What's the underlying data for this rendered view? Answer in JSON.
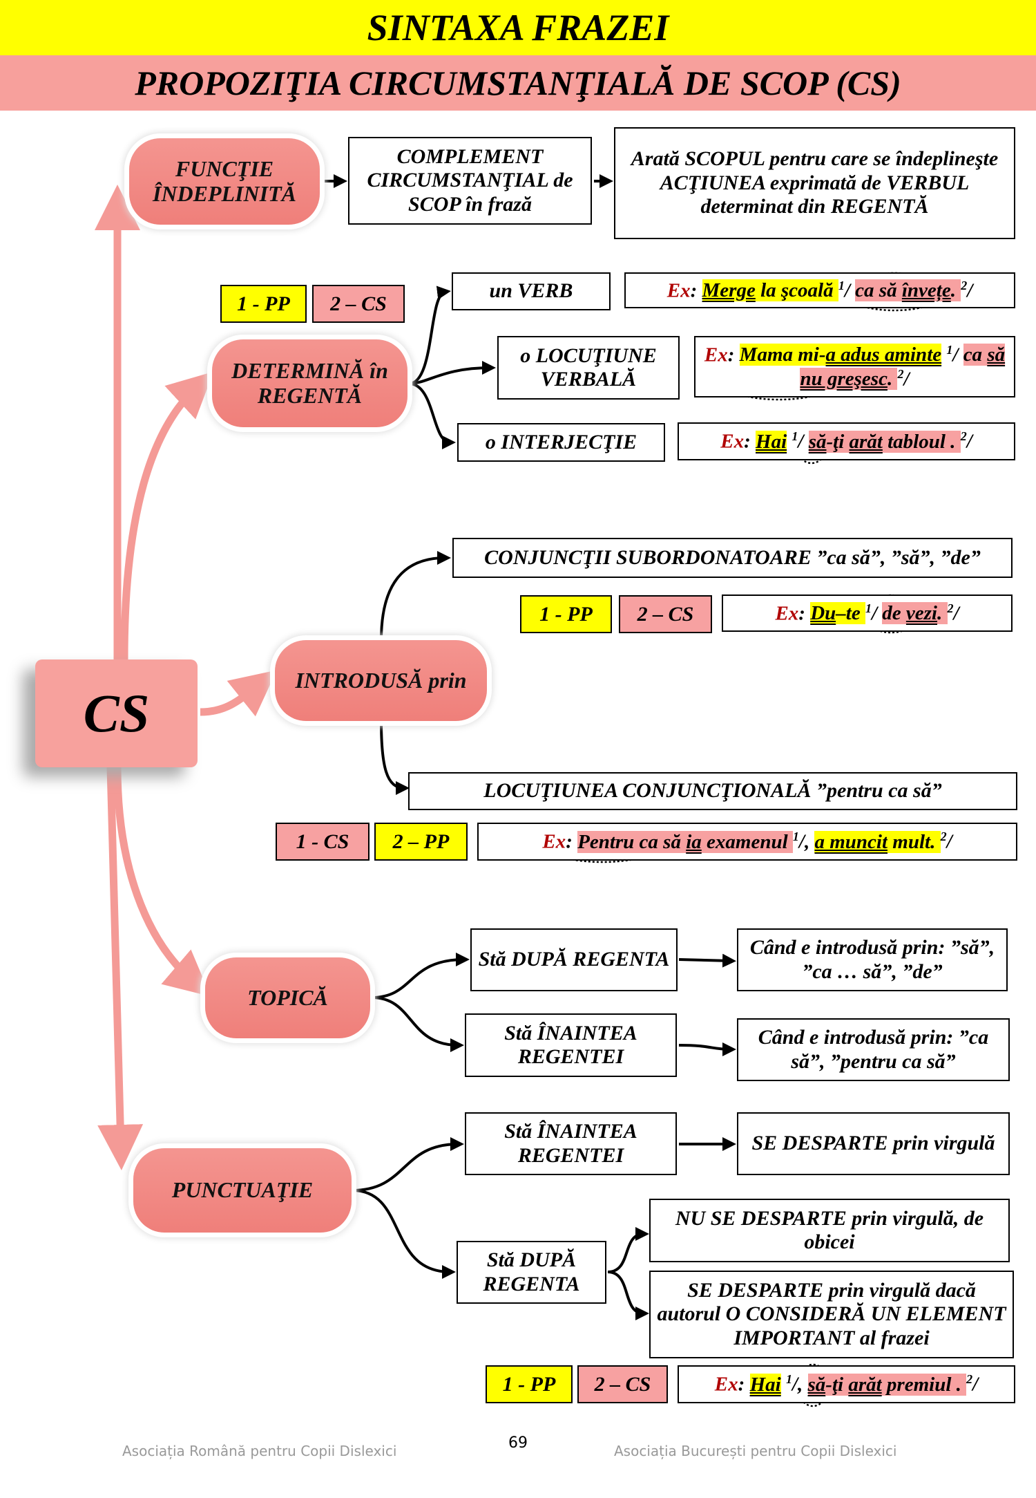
{
  "header": {
    "title": "SINTAXA FRAZEI",
    "subtitle": "PROPOZIŢIA CIRCUMSTANŢIALĂ DE SCOP (CS)"
  },
  "colors": {
    "yellow": "#ffff00",
    "pink": "#f7a1a1",
    "ex_label": "#b00000"
  },
  "center": "CS",
  "functie": {
    "label": "FUNCŢIE ÎNDEPLINITĂ",
    "box": "COMPLEMENT CIRCUMSTANŢIAL de SCOP în frază",
    "desc": "Arată SCOPUL pentru care se îndeplineşte ACŢIUNEA exprimată de VERBUL determinat din REGENTĂ"
  },
  "determina": {
    "label": "DETERMINĂ în REGENTĂ",
    "tags": [
      "1 - PP",
      "2 – CS"
    ],
    "items": [
      "un VERB",
      "o LOCUŢIUNE VERBALĂ",
      "o INTERJECŢIE"
    ]
  },
  "introdusa": {
    "label": "INTRODUSĂ prin",
    "conj": "CONJUNCŢII SUBORDONATOARE ”ca să”, ”să”, ”de”",
    "conj_tags": [
      "1 - PP",
      "2 – CS"
    ],
    "loc": "LOCUŢIUNEA CONJUNCŢIONALĂ ”pentru ca să”",
    "loc_tags": [
      "1 - CS",
      "2 – PP"
    ]
  },
  "topica": {
    "label": "TOPICĂ",
    "after": "Stă DUPĂ REGENTA",
    "after_note": "Când e introdusă prin: ”să”, ”ca … să”, ”de”",
    "before": "Stă ÎNAINTEA REGENTEI",
    "before_note": "Când e introdusă prin: ”ca să”, ”pentru ca să”"
  },
  "punctuatie": {
    "label": "PUNCTUAŢIE",
    "before": "Stă ÎNAINTEA REGENTEI",
    "before_note": "SE DESPARTE prin virgulă",
    "after": "Stă DUPĂ REGENTA",
    "after_note1": "NU SE DESPARTE prin virgulă, de obicei",
    "after_note2": "SE DESPARTE prin virgulă dacă autorul O CONSIDERĂ UN ELEMENT IMPORTANT al frazei",
    "tags": [
      "1 - PP",
      "2 – CS"
    ]
  },
  "examples": [
    [
      {
        "t": "Ex",
        "c": "lbl"
      },
      {
        "t": ": "
      },
      {
        "t": "Merge",
        "c": "y u"
      },
      {
        "t": " la şcoală ",
        "c": "y"
      },
      {
        "t": "1",
        "sup": true
      },
      {
        "t": "/ "
      },
      {
        "t": "ca să ",
        "c": "p"
      },
      {
        "t": "învețe",
        "c": "p u"
      },
      {
        "t": ". ",
        "c": "p"
      },
      {
        "t": "2",
        "sup": true
      },
      {
        "t": "/"
      }
    ],
    [
      {
        "t": "Ex",
        "c": "lbl"
      },
      {
        "t": ": "
      },
      {
        "t": "Mama mi-",
        "c": "y"
      },
      {
        "t": "a adus aminte",
        "c": "y u"
      },
      {
        "t": " "
      },
      {
        "t": "1",
        "sup": true
      },
      {
        "t": "/ "
      },
      {
        "t": "ca ",
        "c": "p"
      },
      {
        "t": "să nu greşesc",
        "c": "p u"
      },
      {
        "t": ". ",
        "c": "p"
      },
      {
        "t": "2",
        "sup": true
      },
      {
        "t": "/"
      }
    ],
    [
      {
        "t": "Ex",
        "c": "lbl"
      },
      {
        "t": ": "
      },
      {
        "t": "Hai",
        "c": "y u"
      },
      {
        "t": " "
      },
      {
        "t": "1",
        "sup": true
      },
      {
        "t": "/ "
      },
      {
        "t": "să",
        "c": "p u"
      },
      {
        "t": "-ţi ",
        "c": "p"
      },
      {
        "t": "arăt",
        "c": "p u"
      },
      {
        "t": " tabloul . ",
        "c": "p"
      },
      {
        "t": "2",
        "sup": true
      },
      {
        "t": "/"
      }
    ],
    [
      {
        "t": "Ex",
        "c": "lbl"
      },
      {
        "t": ": "
      },
      {
        "t": "Du",
        "c": "y u"
      },
      {
        "t": "–te ",
        "c": "y"
      },
      {
        "t": "1",
        "sup": true
      },
      {
        "t": "/ "
      },
      {
        "t": "de ",
        "c": "p"
      },
      {
        "t": "vezi",
        "c": "p u"
      },
      {
        "t": ". ",
        "c": "p"
      },
      {
        "t": "2",
        "sup": true
      },
      {
        "t": "/"
      }
    ],
    [
      {
        "t": "Ex",
        "c": "lbl"
      },
      {
        "t": ": "
      },
      {
        "t": "Pentru ca să ",
        "c": "p"
      },
      {
        "t": "ia",
        "c": "p u"
      },
      {
        "t": " examenul ",
        "c": "p"
      },
      {
        "t": "1",
        "sup": true
      },
      {
        "t": "/, "
      },
      {
        "t": "a muncit",
        "c": "y u"
      },
      {
        "t": " mult. ",
        "c": "y"
      },
      {
        "t": "2",
        "sup": true
      },
      {
        "t": "/"
      }
    ],
    [
      {
        "t": "Ex",
        "c": "lbl"
      },
      {
        "t": ": "
      },
      {
        "t": "Hai",
        "c": "y u"
      },
      {
        "t": " "
      },
      {
        "t": "1",
        "sup": true
      },
      {
        "t": "/, "
      },
      {
        "t": "să",
        "c": "p u"
      },
      {
        "t": "-ţi ",
        "c": "p"
      },
      {
        "t": "arăt",
        "c": "p u"
      },
      {
        "t": " premiul . ",
        "c": "p"
      },
      {
        "t": "2",
        "sup": true
      },
      {
        "t": "/"
      }
    ]
  ],
  "footer": {
    "left": "Asociația Română pentru Copii Dislexici",
    "page": "69",
    "right": "Asociația București pentru Copii Dislexici"
  }
}
